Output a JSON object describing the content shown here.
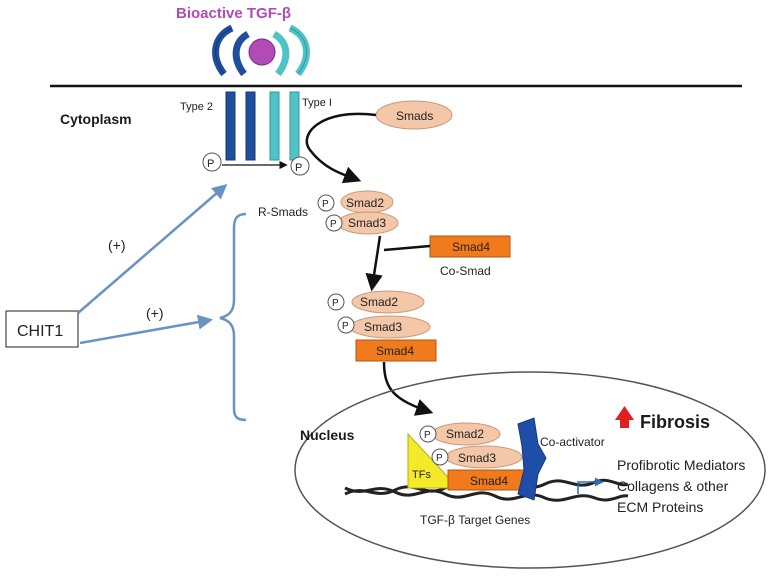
{
  "ligand": {
    "label": "Bioactive TGF-β",
    "color": "#b14bb5"
  },
  "membrane": {
    "cytoplasm_label": "Cytoplasm",
    "receptor_type2_label": "Type 2",
    "receptor_type1_label": "Type I",
    "phospho_label": "P"
  },
  "proteins": {
    "smads": "Smads",
    "smad2": "Smad2",
    "smad3": "Smad3",
    "smad4": "Smad4",
    "r_smads": "R-Smads",
    "co_smad": "Co-Smad"
  },
  "regulator": {
    "label": "CHIT1",
    "effect_1": "(+)",
    "effect_2": "(+)"
  },
  "nucleus": {
    "label": "Nucleus",
    "tfs": "TFs",
    "co_activator": "Co-activator",
    "target_genes": "TGF-β Target Genes",
    "fibrosis": "Fibrosis",
    "outputs": [
      "Profibrotic Mediators",
      "Collagens & other",
      "ECM Proteins"
    ]
  },
  "colors": {
    "type2_receptor": "#1f4e9c",
    "type1_receptor": "#4fc3c6",
    "smad_fill": "#f3c7a8",
    "smad4_fill": "#f07a1c",
    "tfs_fill": "#f5ea2a",
    "co_activator_fill": "#1f4ea8",
    "regulator_arrow": "#6a93c4",
    "fibrosis_arrow": "#e02020"
  }
}
